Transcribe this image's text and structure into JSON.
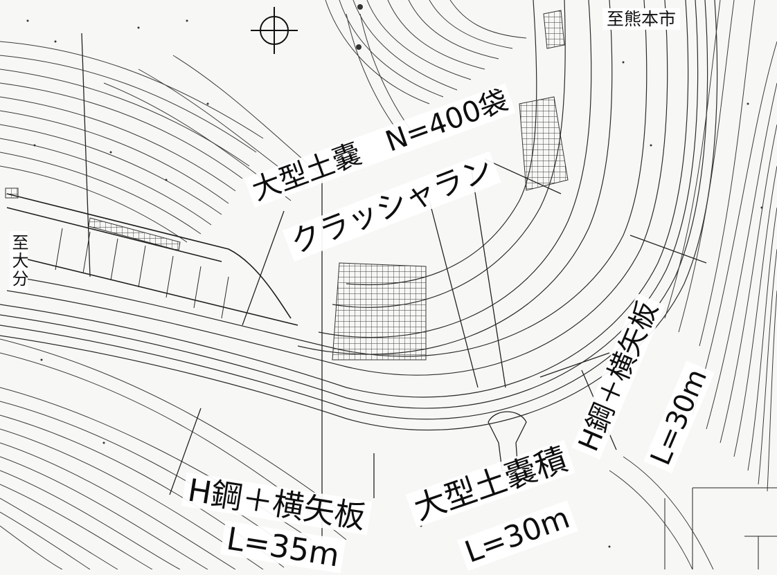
{
  "directions": {
    "kumamoto": "至熊本市",
    "oita": "至大分"
  },
  "annotations": {
    "large_sandbag_count": "大型土嚢　N=400袋",
    "crusher_run": "クラッシャラン",
    "h_steel_left": "H鋼＋横矢板",
    "h_steel_left_length": "L=35m",
    "sandbag_pile": "大型土嚢積",
    "sandbag_pile_length": "L=30m",
    "h_steel_right": "H鋼＋横矢板",
    "h_steel_right_length": "L=30m"
  },
  "colors": {
    "linework": "#2a2a2a",
    "mesh": "#333333",
    "background": "#f7f7f5"
  }
}
